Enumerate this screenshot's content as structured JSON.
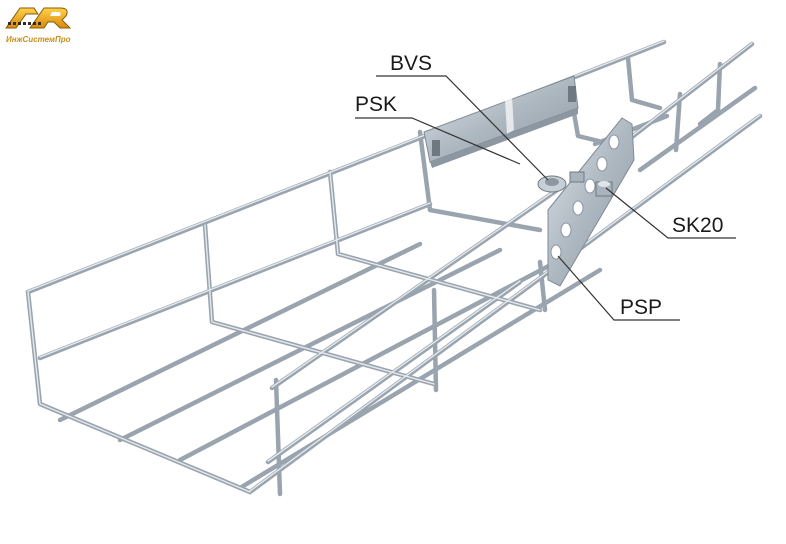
{
  "logo": {
    "caption": "ИнжСистемПро",
    "accent": "#f0a818"
  },
  "labels": {
    "bvs": "BVS",
    "psk": "PSK",
    "sk20": "SK20",
    "psp": "PSP"
  },
  "colors": {
    "wire": "#a9b3bc",
    "wire_highlight": "#e4e9ee",
    "plate": "#b8c1c9",
    "callout_line": "#333333"
  }
}
